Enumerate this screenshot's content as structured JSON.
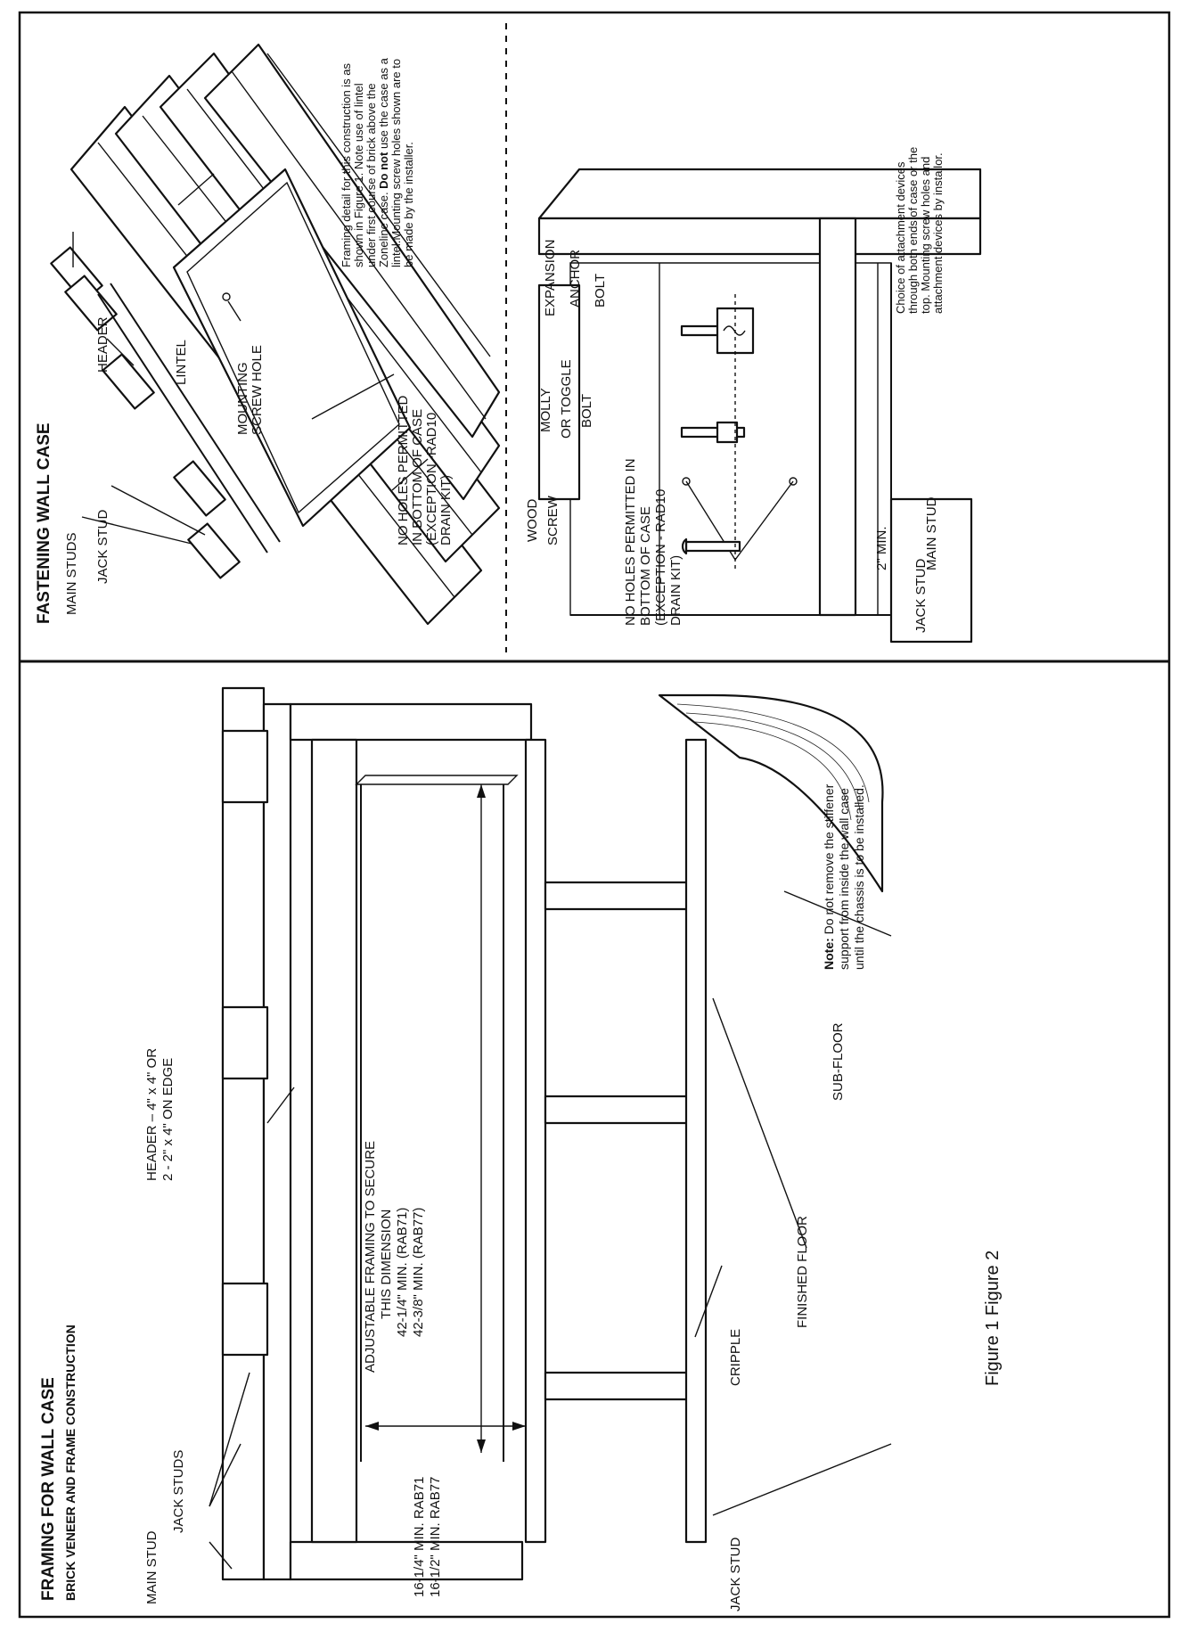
{
  "frame_section": {
    "title": "FRAMING FOR WALL CASE",
    "subtitle": "BRICK VENEER AND FRAME CONSTRUCTION",
    "labels": {
      "main_stud": "MAIN STUD",
      "jack_studs": "JACK STUDS",
      "header_1": "HEADER – 4\" x 4\" OR",
      "header_2": "2 - 2\" x 4\" ON EDGE",
      "adjustable_1": "ADJUSTABLE FRAMING TO SECURE",
      "adjustable_2": "THIS DIMENSION",
      "adjustable_3": "42-1/4\" MIN. (RAB71)",
      "adjustable_4": "42-3/8\" MIN. (RAB77)",
      "height_1": "16-1/4\" MIN. RAB71",
      "height_2": "16-1/2\" MIN. RAB77",
      "jack_stud": "JACK STUD",
      "cripple": "CRIPPLE",
      "finished_floor": "FINISHED FLOOR",
      "sub_floor": "SUB-FLOOR"
    },
    "note_bold": "Note:",
    "note_lines": [
      " Do not remove the stiffener",
      "support from inside the wall case",
      "until the chassis is to be installed."
    ],
    "figure_caption": "Figure 1 Figure 2"
  },
  "fasten_section": {
    "title": "FASTENING WALL CASE",
    "labels": {
      "main_studs": "MAIN STUDS",
      "jack_stud": "JACK STUD",
      "header": "HEADER",
      "lintel": "LINTEL",
      "mounting_1": "MOUNTING",
      "mounting_2": "SCREW HOLE",
      "no_holes_1": "NO HOLES PERMITTED",
      "no_holes_2": "IN BOTTOM OF CASE",
      "no_holes_3": "(EXCEPTION -RAD10",
      "no_holes_4": "DRAIN KIT)",
      "wood_screw_1": "WOOD",
      "wood_screw_2": "SCREW",
      "molly_1": "MOLLY",
      "molly_2": "OR TOGGLE",
      "molly_3": "BOLT",
      "expansion_1": "EXPANSION",
      "expansion_2": "ANCHOR",
      "expansion_3": "BOLT",
      "no_holes2_1": "NO HOLES PERMITTED IN",
      "no_holes2_2": "BOTTOM OF CASE",
      "no_holes2_3": "(EXCEPTION - RAD10",
      "no_holes2_4": "DRAIN KIT)",
      "two_min": "2\" MIN.",
      "jack_stud_2": "JACK STUD",
      "main_stud_2": "MAIN STUD"
    },
    "framing_note": [
      "Framing detail for this construction is as",
      "shown in Figure 1. Note use of lintel",
      "under first course of brick above the",
      "Zoneline case. ",
      " use the case as a",
      "lintel.Mounting screw holes shown are to",
      "be made by the installer."
    ],
    "framing_note_bold": "Do not",
    "choice_note": [
      "Choice of attachment devices",
      "through both ends of case or the",
      "top. Mounting screw holes and",
      "attachment devices by installor."
    ]
  }
}
